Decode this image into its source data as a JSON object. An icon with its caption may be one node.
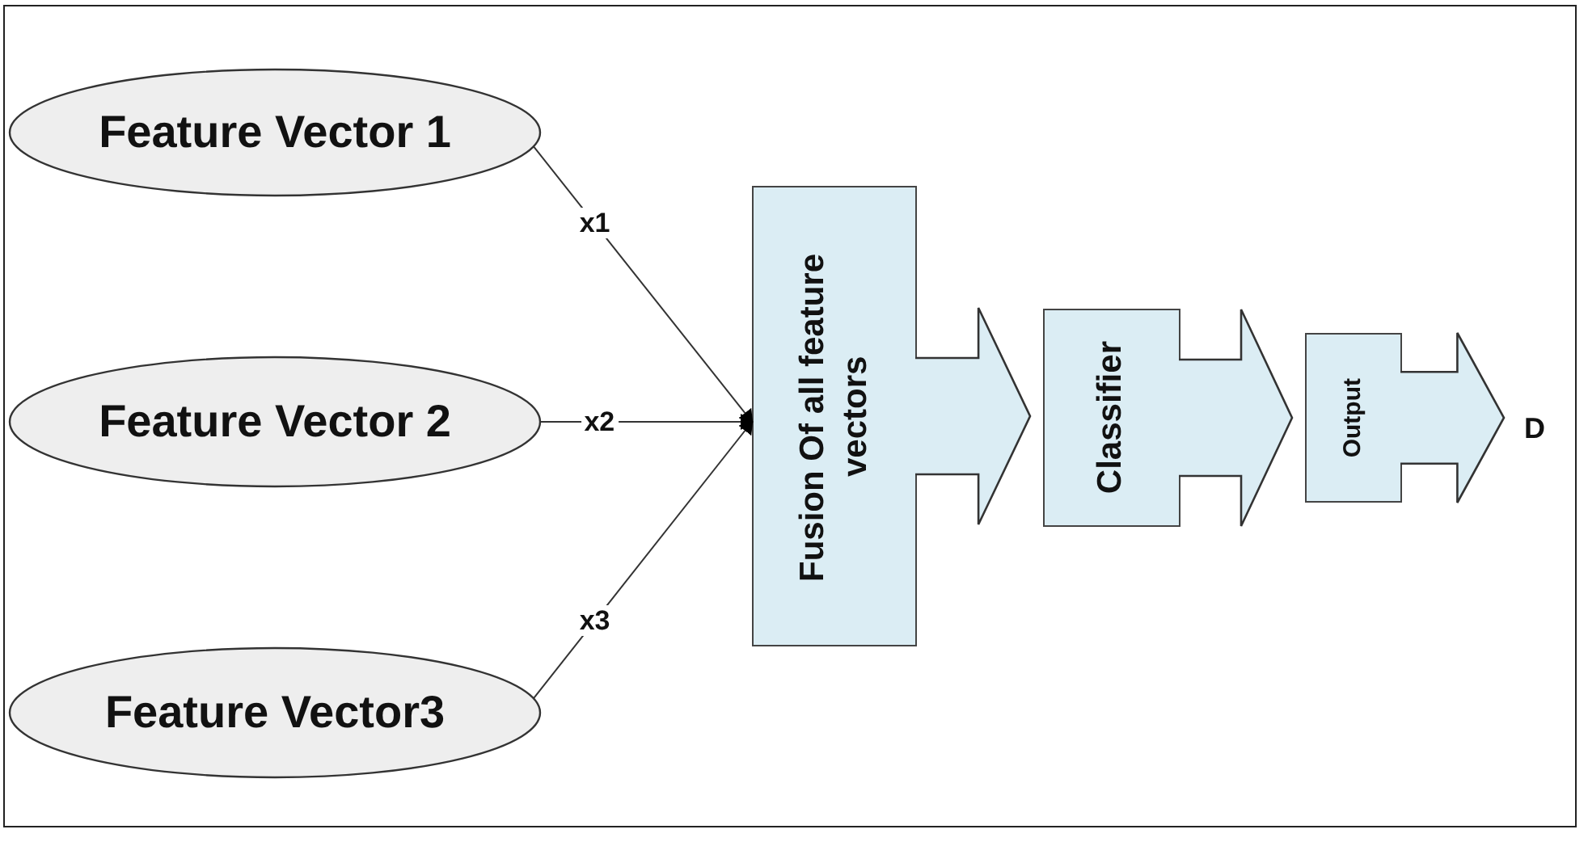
{
  "diagram": {
    "nodes": [
      {
        "text": [
          "Feature Vector 1"
        ]
      },
      {
        "text": [
          "Feature Vector 2"
        ]
      },
      {
        "text": [
          "Feature Vector3"
        ]
      },
      {
        "text": [
          "Fusion Of all feature vectors"
        ]
      },
      {
        "text": [
          "Classifier"
        ]
      },
      {
        "text": [
          "Output"
        ]
      },
      {
        "text": [
          "D"
        ]
      }
    ],
    "edges": [
      {
        "from": 0,
        "to": 3,
        "arrow": "to",
        "label": "x1"
      },
      {
        "from": 1,
        "to": 3,
        "arrow": "to",
        "label": "x2"
      },
      {
        "from": 2,
        "to": 3,
        "arrow": "to",
        "label": "x3"
      },
      {
        "from": 3,
        "to": 4,
        "arrow": "to",
        "style": "thick"
      },
      {
        "from": 4,
        "to": 5,
        "arrow": "to",
        "style": "thick"
      },
      {
        "from": 5,
        "to": 6,
        "arrow": "to",
        "style": "thick"
      }
    ]
  }
}
